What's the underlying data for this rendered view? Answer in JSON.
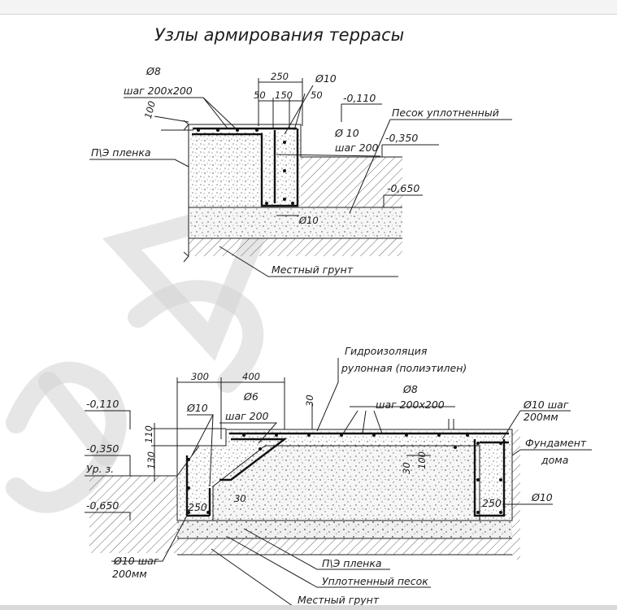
{
  "title": "Узлы армирования террасы",
  "colors": {
    "ink": "#1c1c1c",
    "background": "#ffffff",
    "watermark": "#d2d2d2",
    "window_bar": "#f4f4f4"
  },
  "top_detail": {
    "rebar_main_dia": "Ø8",
    "rebar_main_step": "шаг 200x200",
    "dim_thickness": "100",
    "dim_total_width": "250",
    "dim_left": "50",
    "dim_middle": "150",
    "dim_right": "50",
    "rebar_side_dia": "Ø10",
    "level_top": "-0,110",
    "sand_label": "Песок уплотненный",
    "rebar_beam_dia": "Ø 10",
    "rebar_beam_step": "шаг 200",
    "level_grade": "-0,350",
    "film_label": "П\\Э пленка",
    "level_bottom": "-0,650",
    "rebar_bottom_dia": "Ø10",
    "soil_label": "Местный грунт"
  },
  "bottom_detail": {
    "waterproof_label": "Гидроизоляция",
    "waterproof_type": "рулонная (полиэтилен)",
    "dim_300": "300",
    "dim_400": "400",
    "rebar_mesh_dia": "Ø8",
    "rebar_mesh_step": "шаг 200x200",
    "dim_30_top": "30",
    "rebar_left_dia": "Ø10",
    "rebar_slope_dia": "Ø6",
    "rebar_slope_step": "шаг 200",
    "rebar_right_dia": "Ø10 шаг",
    "rebar_right_step": "200мм",
    "foundation_label_1": "Фундамент",
    "foundation_label_2": "дома",
    "level_top": "-0,110",
    "level_grade": "-0,350",
    "ground_label": "Ур. з.",
    "level_bottom": "-0,650",
    "dim_130": "130",
    "dim_110": "110",
    "dim_30_right": "30",
    "dim_100_right": "100",
    "dim_30_inner": "30",
    "dim_250_left": "250",
    "dim_250_right": "250",
    "rebar_right_bottom_dia": "Ø10",
    "rebar_bottom_dia": "Ø10 шаг",
    "rebar_bottom_step": "200мм",
    "film_label": "П\\Э пленка",
    "sand_label": "Уплотненный песок",
    "soil_label": "Местный грунт"
  }
}
